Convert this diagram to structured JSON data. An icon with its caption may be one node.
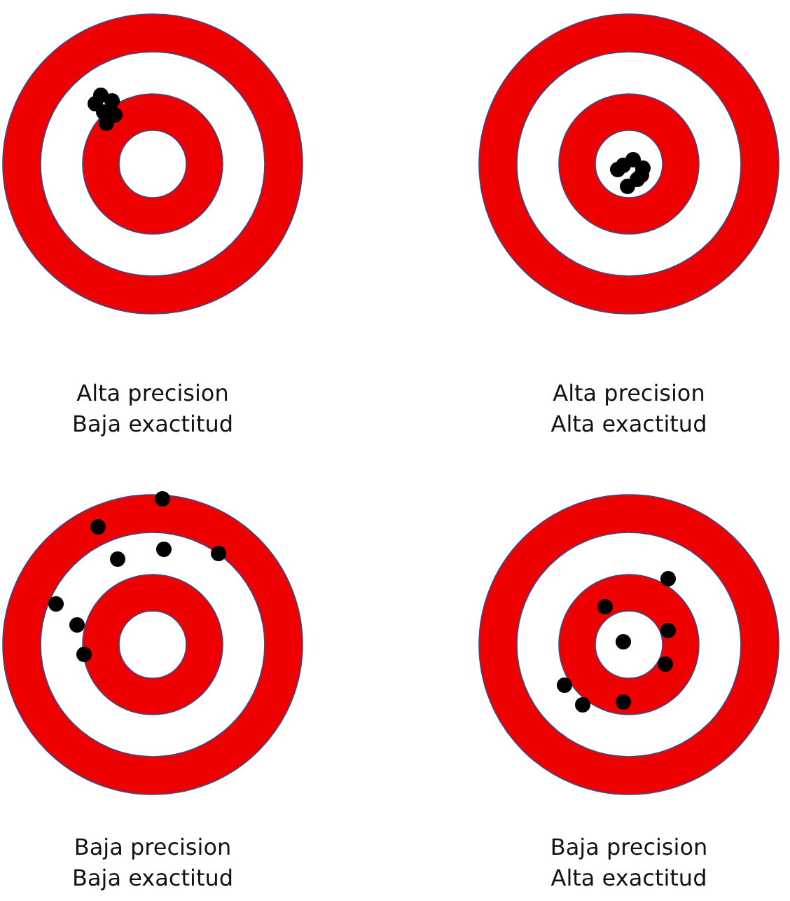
{
  "diagram": {
    "labels": [
      "Alta precision",
      "Baja exactitud",
      "Alta precision",
      "Alta exactitud",
      "Baja precision",
      "Baja exactitud",
      "Baja precision",
      "Alta exactitud"
    ]
  }
}
